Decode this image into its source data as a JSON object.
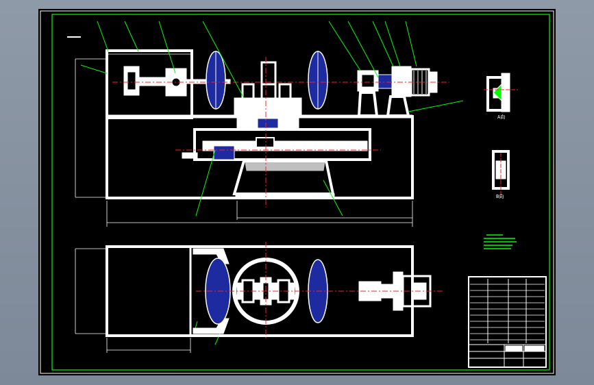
{
  "colors": {
    "background": "#000000",
    "frame": "#ffffff",
    "border": "#00ff00",
    "leader": "#00ff00",
    "centerline": "#ff2020",
    "part_fill": "#ffffff",
    "accent_blue": "#1e2aa0"
  },
  "views": {
    "section_view_label": "",
    "plan_view_label": "",
    "detail_a_label": "A向",
    "detail_b_label": "B向"
  },
  "title_block": {
    "rows": 10
  },
  "notes": {
    "tech_requirements": ""
  }
}
